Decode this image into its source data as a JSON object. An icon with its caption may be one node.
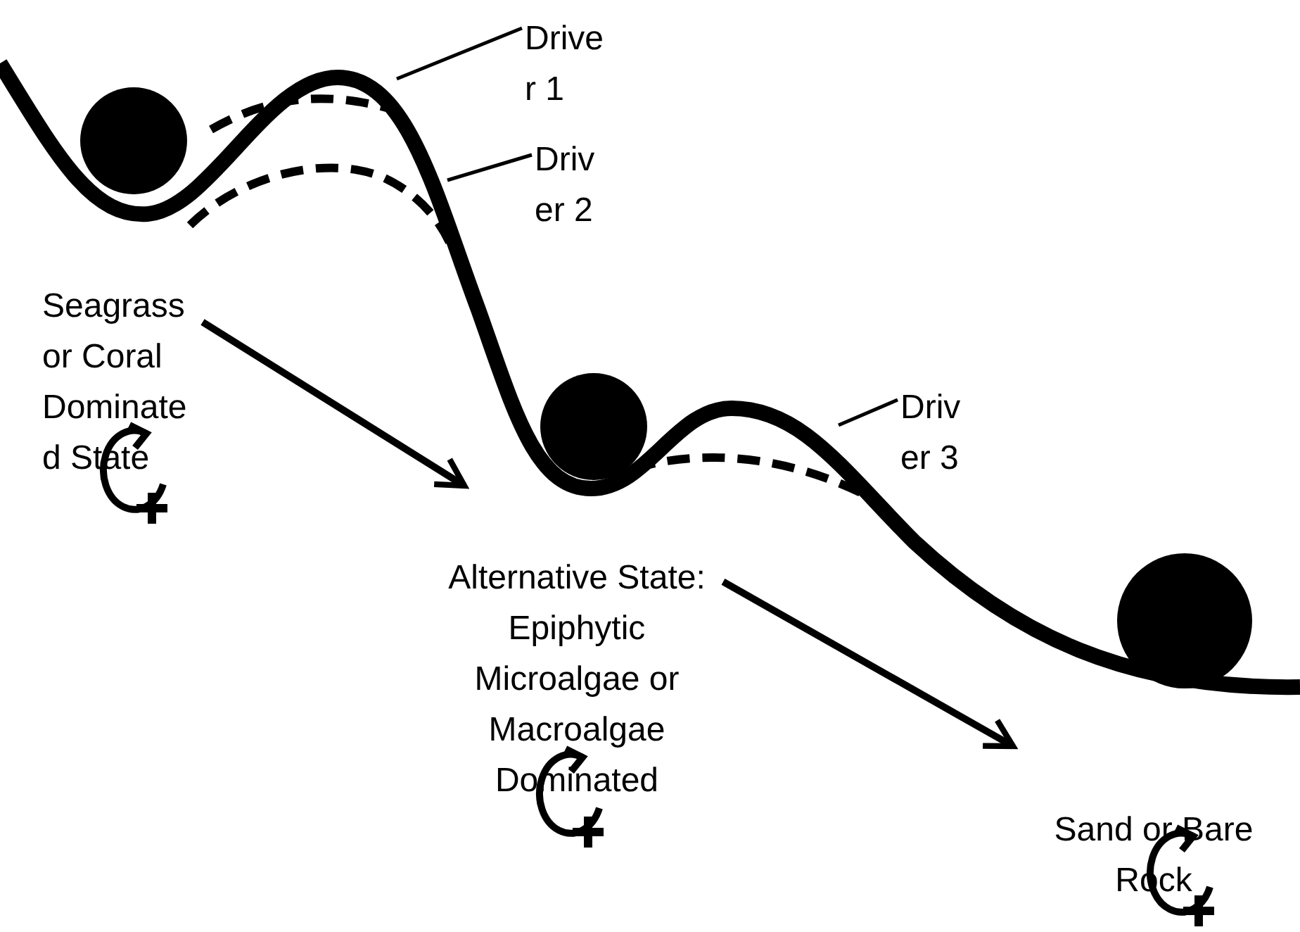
{
  "diagram": {
    "nodes": [
      {
        "text": [],
        "shape": "circle"
      },
      {
        "text": [
          "Driver 1"
        ]
      },
      {
        "text": [
          "Driver 2"
        ]
      },
      {
        "text": [
          "Seagrass or Coral Dominated State"
        ]
      },
      {
        "text": [],
        "shape": "circle"
      },
      {
        "text": [
          "Driver 3"
        ]
      },
      {
        "text": [
          "Alternative State: Epiphytic Microalgae or Macroalgae Dominated"
        ]
      },
      {
        "text": [],
        "shape": "circle"
      },
      {
        "text": [
          "Sand or Bare Rock"
        ]
      }
    ],
    "edges": [
      {
        "from": 1,
        "to": null,
        "arrow": "none"
      },
      {
        "from": 2,
        "to": null,
        "arrow": "none"
      },
      {
        "from": 3,
        "to": null,
        "arrow": "to",
        "style": "thick"
      },
      {
        "from": 5,
        "to": null,
        "arrow": "none"
      },
      {
        "from": 6,
        "to": null,
        "arrow": "to",
        "style": "thick"
      }
    ]
  }
}
